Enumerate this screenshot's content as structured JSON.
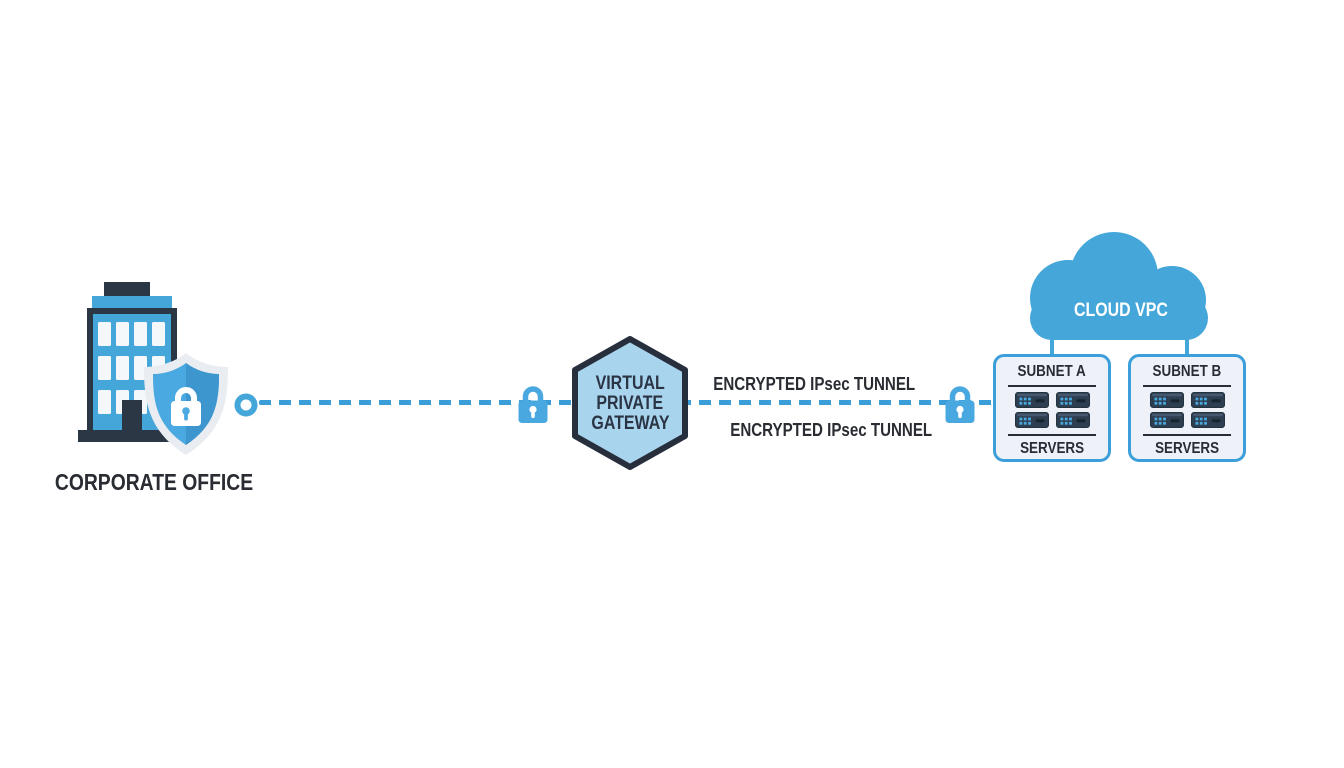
{
  "nodes": {
    "corporate_office": {
      "label": "CORPORATE OFFICE"
    },
    "virtual_private_gateway": {
      "lines": [
        "VIRTUAL",
        "PRIVATE",
        "GATEWAY"
      ]
    },
    "cloud_vpc": {
      "label": "CLOUD VPC"
    },
    "subnet_a": {
      "title": "SUBNET A",
      "footer": "SERVERS"
    },
    "subnet_b": {
      "title": "SUBNET B",
      "footer": "SERVERS"
    }
  },
  "tunnel": {
    "label_top": "ENCRYPTED IPsec TUNNEL",
    "label_bottom": "ENCRYPTED IPsec TUNNEL"
  },
  "icons": {
    "building": "building-icon",
    "shield_lock": "shield-lock-icon",
    "ring_connector": "ring-connector-icon",
    "padlock": "padlock-icon",
    "cloud": "cloud-icon",
    "server": "server-icon",
    "hexagon": "hexagon-shape"
  },
  "colors": {
    "accent_blue": "#45a6da",
    "line_blue": "#3b9dd8",
    "lock_blue": "#4aa8e0",
    "dark_navy": "#2b3744",
    "hexagon_fill": "#a8d4ee",
    "hexagon_border": "#272f3d",
    "subnet_fill": "#eef2f8",
    "subnet_border": "#3d9fd9",
    "server_fill": "#2d3e50",
    "text_dark": "#2a2c33",
    "white": "#ffffff"
  }
}
